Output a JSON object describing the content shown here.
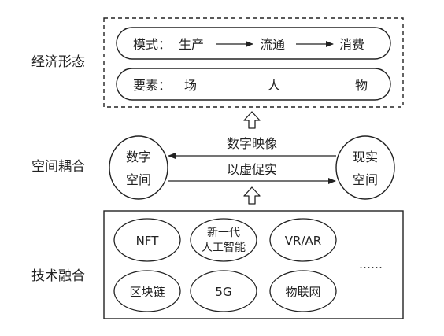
{
  "layers": {
    "economy": "经济形态",
    "space": "空间耦合",
    "tech": "技术融合"
  },
  "economy": {
    "mode_label": "模式：",
    "mode_stages": [
      "生产",
      "流通",
      "消费"
    ],
    "element_label": "要素：",
    "elements": [
      "场",
      "人",
      "物"
    ]
  },
  "space": {
    "left_node": [
      "数字",
      "空间"
    ],
    "right_node": [
      "现实",
      "空间"
    ],
    "top_arrow_label": "数字映像",
    "bottom_arrow_label": "以虚促实"
  },
  "tech": {
    "items": [
      [
        "NFT"
      ],
      [
        "新一代",
        "人工智能"
      ],
      [
        "VR/AR"
      ],
      [
        "区块链"
      ],
      [
        "5G"
      ],
      [
        "物联网"
      ]
    ],
    "ellipsis": "……"
  }
}
